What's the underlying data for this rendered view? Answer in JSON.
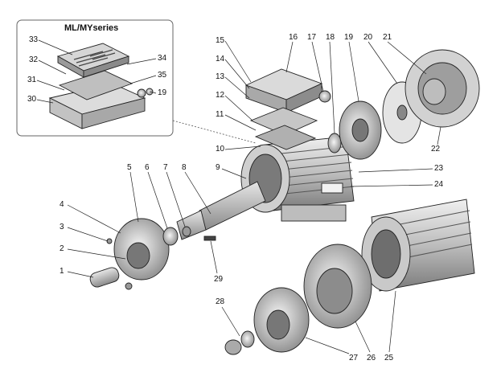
{
  "inset": {
    "title": "ML/MYseries"
  },
  "callouts": [
    "1",
    "2",
    "3",
    "4",
    "5",
    "6",
    "7",
    "8",
    "9",
    "10",
    "11",
    "12",
    "13",
    "14",
    "15",
    "16",
    "17",
    "18",
    "19",
    "20",
    "21",
    "22",
    "23",
    "24",
    "25",
    "26",
    "27",
    "28",
    "29",
    "30",
    "31",
    "32",
    "33",
    "34",
    "35",
    "19"
  ],
  "colors": {
    "line": "#222222",
    "metal_light": "#d9d9d9",
    "metal_mid": "#b3b3b3",
    "metal_dark": "#6e6e6e"
  }
}
